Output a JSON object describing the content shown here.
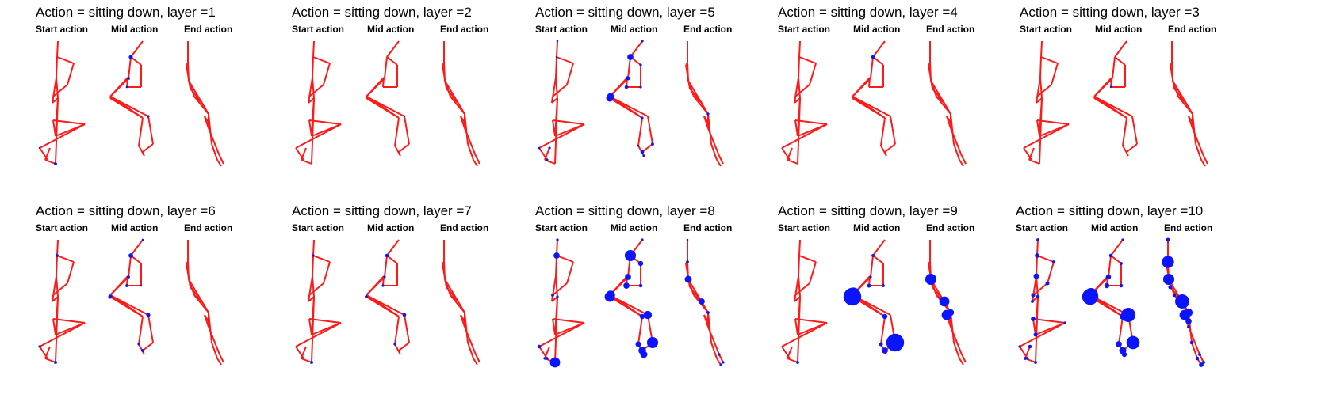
{
  "panels": [
    {
      "title": "Action = sitting down, layer =1",
      "sub": [
        "Start action",
        "Mid action",
        "End action"
      ],
      "att": [
        [
          0,
          0,
          0,
          0,
          0,
          0,
          0,
          0,
          0,
          0,
          0.6,
          0,
          0,
          0,
          0.3,
          0
        ],
        [
          0,
          0.8,
          0.6,
          0,
          0,
          0.4,
          0,
          0,
          0,
          0,
          0.5,
          0,
          0,
          0,
          0,
          0
        ],
        [
          0,
          0,
          0,
          0,
          0,
          0,
          0,
          0,
          0,
          0,
          0,
          0,
          0,
          0,
          0,
          0
        ]
      ]
    },
    {
      "title": "Action = sitting down, layer =2",
      "sub": [
        "Start action",
        "Mid action",
        "End action"
      ],
      "att": [
        [
          0,
          0,
          0,
          0,
          0,
          0,
          0,
          0,
          0,
          0,
          0,
          0,
          0,
          0,
          0,
          0
        ],
        [
          0,
          0,
          0,
          0,
          0,
          0,
          0,
          0,
          0,
          0,
          0.3,
          0,
          0,
          0,
          0,
          0
        ],
        [
          0,
          0,
          0,
          0,
          0,
          0,
          0,
          0,
          0,
          0,
          0,
          0,
          0,
          0,
          0,
          0
        ]
      ]
    },
    {
      "title": "Action = sitting down, layer =5",
      "sub": [
        "Start action",
        "Mid action",
        "End action"
      ],
      "att": [
        [
          0.4,
          0.4,
          0,
          0,
          0,
          0,
          0,
          0,
          0,
          0,
          0,
          0,
          0.5,
          0,
          0.4,
          0.5
        ],
        [
          0.5,
          1.2,
          0.8,
          0.5,
          0.5,
          0.7,
          0.5,
          0.6,
          1.4,
          1.4,
          0,
          0.6,
          0.7,
          0.5,
          0.4,
          0.5
        ],
        [
          0,
          0,
          0,
          0,
          0,
          0,
          0,
          0.5,
          0,
          0,
          0,
          0,
          0,
          0,
          0,
          0
        ]
      ]
    },
    {
      "title": "Action = sitting down, layer =4",
      "sub": [
        "Start action",
        "Mid action",
        "End action"
      ],
      "att": [
        [
          0,
          0,
          0,
          0,
          0,
          0,
          0,
          0,
          0,
          0,
          0,
          0,
          0,
          0,
          0,
          0
        ],
        [
          0,
          0.7,
          0,
          0,
          0,
          0,
          0,
          0,
          0,
          0,
          0,
          0,
          0,
          0,
          0,
          0
        ],
        [
          0,
          0,
          0,
          0,
          0,
          0,
          0,
          0,
          0,
          0,
          0,
          0,
          0,
          0,
          0,
          0
        ]
      ]
    },
    {
      "title": "Action = sitting down, layer =3",
      "sub": [
        "Start action",
        "Mid action",
        "End action"
      ],
      "att": [
        [
          0,
          0,
          0,
          0,
          0,
          0,
          0,
          0,
          0,
          0,
          0,
          0,
          0,
          0,
          0,
          0
        ],
        [
          0,
          0,
          0,
          0,
          0,
          0.3,
          0,
          0,
          0,
          0,
          0,
          0,
          0,
          0,
          0,
          0
        ],
        [
          0,
          0,
          0,
          0,
          0,
          0,
          0,
          0,
          0,
          0,
          0,
          0,
          0,
          0,
          0,
          0
        ]
      ]
    },
    {
      "title": "Action = sitting down, layer =6",
      "sub": [
        "Start action",
        "Mid action",
        "End action"
      ],
      "att": [
        [
          0,
          0.6,
          0,
          0,
          0,
          0,
          0,
          0,
          0,
          0,
          0.6,
          0,
          0,
          0,
          0.5,
          0
        ],
        [
          0.4,
          0.9,
          0.6,
          0,
          0.4,
          0.6,
          0,
          0,
          0.8,
          0,
          0.8,
          0,
          0.6,
          0,
          0.5,
          0
        ],
        [
          0,
          0,
          0,
          0,
          0,
          0,
          0,
          0,
          0,
          0,
          0,
          0,
          0,
          0,
          0,
          0
        ]
      ]
    },
    {
      "title": "Action = sitting down, layer =7",
      "sub": [
        "Start action",
        "Mid action",
        "End action"
      ],
      "att": [
        [
          0,
          0.5,
          0,
          0,
          0,
          0,
          0,
          0,
          0,
          0,
          0.6,
          0,
          0,
          0,
          0,
          0
        ],
        [
          0,
          0.7,
          0.5,
          0,
          0,
          0.5,
          0,
          0,
          0.6,
          0,
          0.7,
          0,
          0,
          0,
          0.5,
          0
        ],
        [
          0,
          0,
          0,
          0,
          0,
          0,
          0,
          0,
          0,
          0,
          0,
          0,
          0,
          0,
          0,
          0
        ]
      ]
    },
    {
      "title": "Action = sitting down, layer =8",
      "sub": [
        "Start action",
        "Mid action",
        "End action"
      ],
      "att": [
        [
          0.5,
          1.2,
          0,
          0,
          0,
          0.6,
          0,
          0.5,
          0,
          0,
          2.0,
          0.5,
          0,
          0,
          0.7,
          0.5
        ],
        [
          0.5,
          2.2,
          1.2,
          1.0,
          0.7,
          1.2,
          0.8,
          1.2,
          2.0,
          1.8,
          1.6,
          2.2,
          1.5,
          1.0,
          1.1,
          1.4
        ],
        [
          0.4,
          0.6,
          1.4,
          0,
          0,
          1.2,
          0,
          0.6,
          0,
          0,
          0,
          0,
          0.5,
          0,
          0.5,
          0.5
        ]
      ]
    },
    {
      "title": "Action = sitting down, layer =9",
      "sub": [
        "Start action",
        "Mid action",
        "End action"
      ],
      "att": [
        [
          0,
          0,
          0,
          0,
          0,
          0,
          0,
          0,
          0,
          0,
          0.6,
          0,
          0,
          0,
          0,
          0
        ],
        [
          0,
          0.6,
          0.5,
          0,
          0.6,
          0.8,
          0,
          0.5,
          3.5,
          3.0,
          0,
          3.5,
          1.2,
          1.0,
          0.8,
          0
        ],
        [
          0,
          0,
          2.2,
          0,
          0,
          2.0,
          0,
          1.3,
          2.0,
          0,
          0,
          0,
          0,
          0,
          0,
          0
        ]
      ]
    },
    {
      "title": "Action = sitting down, layer =10",
      "sub": [
        "Start action",
        "Mid action",
        "End action"
      ],
      "att": [
        [
          0.6,
          0.9,
          1.1,
          0.6,
          0.8,
          0.8,
          0.6,
          0.7,
          0.9,
          0.8,
          0.6,
          0.6,
          0.7,
          0.5,
          0.5,
          0.5
        ],
        [
          0.5,
          0.7,
          1.0,
          0.6,
          0.7,
          1.0,
          0.6,
          1.3,
          3.2,
          2.8,
          2.8,
          2.6,
          1.4,
          1.2,
          1.2,
          1.0
        ],
        [
          0.8,
          2.4,
          2.2,
          0.8,
          0.8,
          2.8,
          0.7,
          1.6,
          2.0,
          1.2,
          0.7,
          0.7,
          0.9,
          0.6,
          0.6,
          0.6
        ]
      ]
    }
  ]
}
